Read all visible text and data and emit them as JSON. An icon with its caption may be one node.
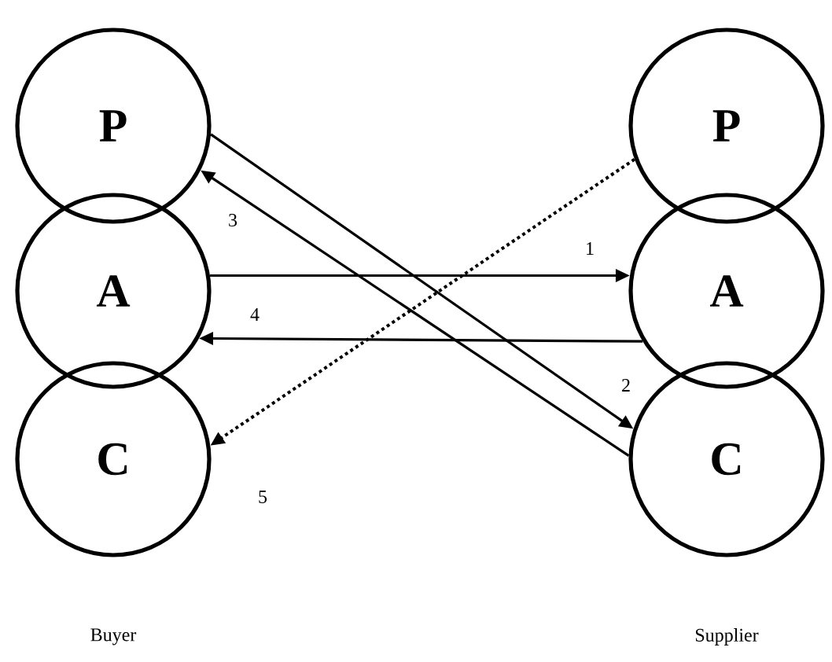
{
  "diagram": {
    "nodes": [
      {
        "text": [
          "P"
        ]
      },
      {
        "text": [
          "A"
        ]
      },
      {
        "text": [
          "C"
        ]
      },
      {
        "text": [
          "P"
        ]
      },
      {
        "text": [
          "A"
        ]
      },
      {
        "text": [
          "C"
        ]
      }
    ],
    "edges": [
      {
        "from": 1,
        "to": 4,
        "arrow": "to",
        "label": "1"
      },
      {
        "from": 0,
        "to": 5,
        "arrow": "to",
        "label": "2"
      },
      {
        "from": 5,
        "to": 0,
        "arrow": "to",
        "label": "3"
      },
      {
        "from": 4,
        "to": 1,
        "arrow": "to",
        "label": "4"
      },
      {
        "from": 3,
        "to": 2,
        "arrow": "to",
        "label": "5",
        "style": "dashed"
      }
    ],
    "labels": [
      "Buyer",
      "Supplier"
    ]
  }
}
